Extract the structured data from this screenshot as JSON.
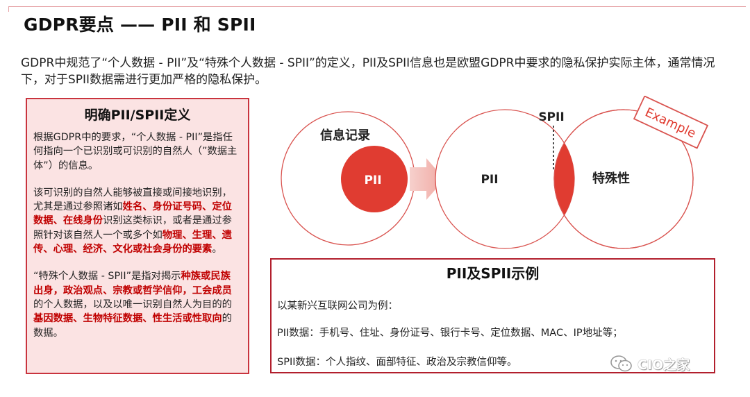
{
  "title": "GDPR要点 —— PII 和 SPII",
  "intro": "GDPR中规范了“个人数据 - PII”及“特殊个人数据 - SPII”的定义，PII及SPII信息也是欧盟GDPR中要求的隐私保护实际主体，通常情况下，对于SPII数据需进行更加严格的隐私保护。",
  "left_panel": {
    "title": "明确PII/SPII定义",
    "p1": "根据GDPR中的要求，“个人数据 - PII”是指任何指向一个已识别或可识别的自然人（”数据主体”）的信息。",
    "p2_a": "该可识别的自然人能够被直接或间接地识别，尤其是通过参照诸如",
    "p2_hl1": "姓名、身份证号码、定位数据、在线身份",
    "p2_b": "识别这类标识，或者是通过参照针对该自然人一个或多个如",
    "p2_hl2": "物理、生理、遗传、心理、经济、文化或社会身份的要素",
    "p2_c": "。",
    "p3_a": "“特殊个人数据 - SPII”是指对揭示",
    "p3_hl1": "种族或民族出身，政治观点、宗教或哲学信仰，工会成员",
    "p3_b": "的个人数据，以及以唯一识别自然人为目的的",
    "p3_hl2": "基因数据、生物特征数据、性生活或性取向",
    "p3_c": "的数据。"
  },
  "diagram": {
    "info_record_label": "信息记录",
    "pii_inner_label": "PII",
    "pii_label": "PII",
    "spii_label": "SPII",
    "special_label": "特殊性",
    "example_tag": "Example",
    "accent_color": "#e03c31",
    "circle_stroke": "#d9534f"
  },
  "right_panel": {
    "title": "PII及SPII示例",
    "line1": "以某新兴互联网公司为例：",
    "line2": "PII数据：手机号、住址、身份证号、银行卡号、定位数据、MAC、IP地址等；",
    "line3": "SPII数据：个人指纹、面部特征、政治及宗教信仰等。"
  },
  "watermark": {
    "text": "CIO之家",
    "icon": "wechat-icon"
  }
}
